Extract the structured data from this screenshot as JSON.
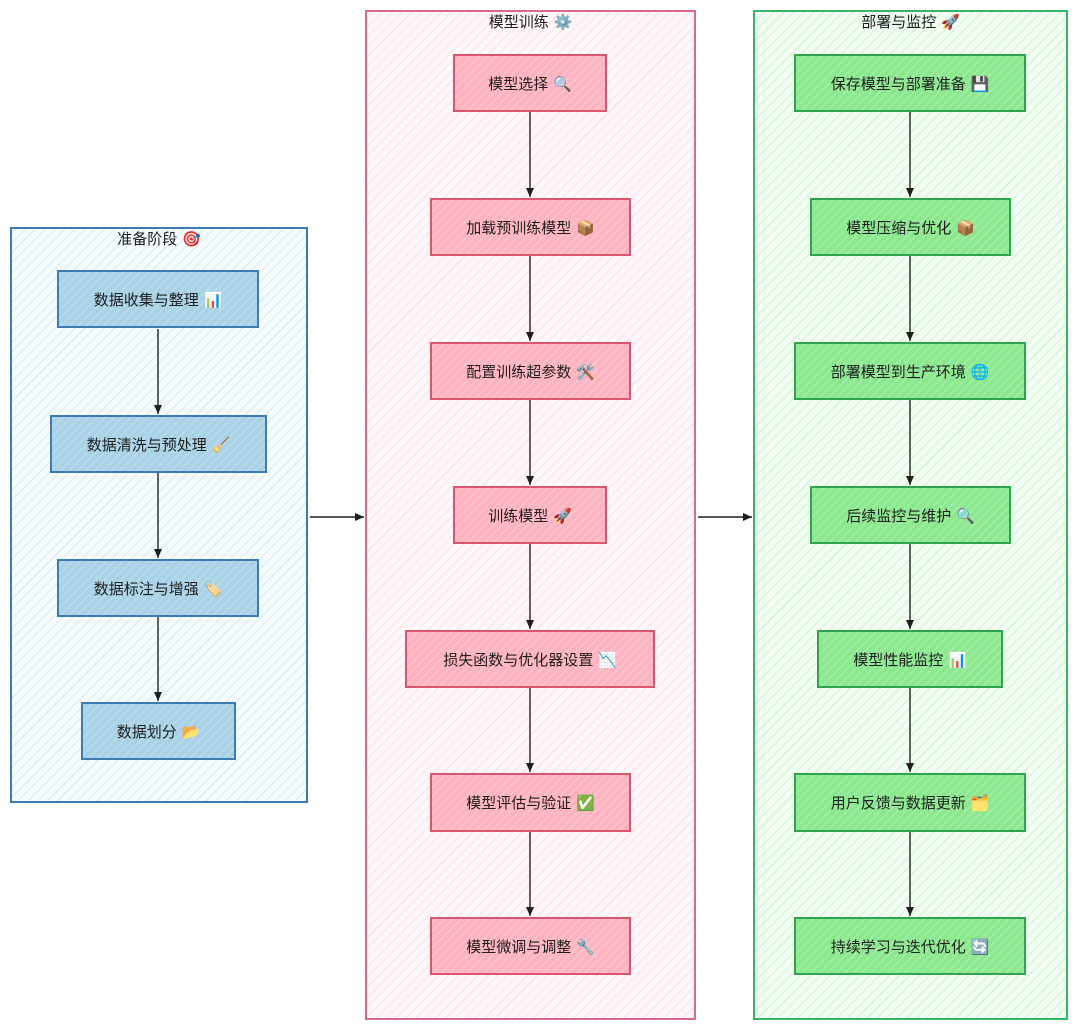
{
  "groups": {
    "prep": {
      "title": "准备阶段 🎯"
    },
    "train": {
      "title": "模型训练 ⚙️"
    },
    "deploy": {
      "title": "部署与监控 🚀"
    }
  },
  "nodes": {
    "collect": "数据收集与整理 📊",
    "clean": "数据清洗与预处理 🧹",
    "label": "数据标注与增强 🏷️",
    "split": "数据划分 📂",
    "select_model": "模型选择 🔍",
    "load_pretrained": "加载预训练模型 📦",
    "config_hparams": "配置训练超参数 🛠️",
    "train_model": "训练模型 🚀",
    "loss_optimizer": "损失函数与优化器设置 📉",
    "eval_validate": "模型评估与验证 ✅",
    "finetune": "模型微调与调整 🔧",
    "save_deploy_prep": "保存模型与部署准备 💾",
    "compress_optimize": "模型压缩与优化 📦",
    "deploy_prod": "部署模型到生产环境 🌐",
    "monitor_maintain": "后续监控与维护 🔍",
    "perf_monitor": "模型性能监控 📊",
    "feedback_update": "用户反馈与数据更新 🗂️",
    "continuous_learning": "持续学习与迭代优化 🔄"
  },
  "colors": {
    "prep_border": "#3e7bb3",
    "prep_fill": "#a9d2e6",
    "train_border": "#d9566f",
    "train_fill": "#ffb3c1",
    "deploy_border": "#2fa44f",
    "deploy_fill": "#8be88f",
    "arrow": "#1e1e1e"
  }
}
